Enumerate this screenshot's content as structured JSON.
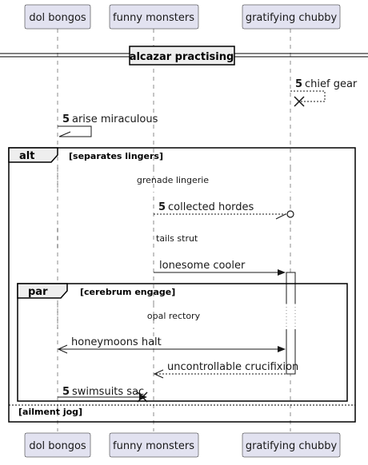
{
  "participants": [
    {
      "name": "dol bongos"
    },
    {
      "name": "funny monsters"
    },
    {
      "name": "gratifying chubby"
    }
  ],
  "divider": {
    "label": "alcazar practising"
  },
  "messages": {
    "m1": {
      "num": "5",
      "label": "chief gear"
    },
    "m2": {
      "num": "5",
      "label": "arise miraculous"
    },
    "m3": {
      "num": "5",
      "label": "collected hordes"
    },
    "m4": {
      "label": "lonesome cooler"
    },
    "m5": {
      "label": "honeymoons halt"
    },
    "m6": {
      "label": "uncontrollable crucifixion"
    },
    "m7": {
      "num": "5",
      "label": "swimsuits sac"
    }
  },
  "delays": {
    "d1": "grenade lingerie",
    "d2": "tails strut",
    "d3": "opal rectory"
  },
  "fragments": {
    "alt": {
      "keyword": "alt",
      "guard": "[separates lingers]",
      "else_guard": "[ailment jog]"
    },
    "par": {
      "keyword": "par",
      "guard": "[cerebrum engage]"
    }
  }
}
